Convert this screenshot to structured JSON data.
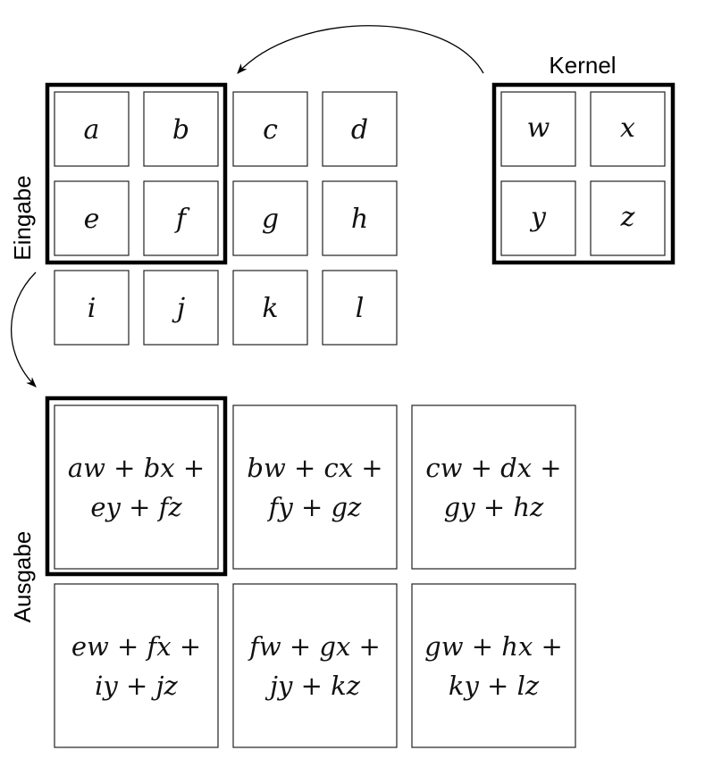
{
  "labels": {
    "kernel": "Kernel",
    "input": "Eingabe",
    "output": "Ausgabe"
  },
  "input": [
    [
      "a",
      "b",
      "c",
      "d"
    ],
    [
      "e",
      "f",
      "g",
      "h"
    ],
    [
      "i",
      "j",
      "k",
      "l"
    ]
  ],
  "kernel": [
    [
      "w",
      "x"
    ],
    [
      "y",
      "z"
    ]
  ],
  "output": [
    [
      [
        "aw + bx +",
        "ey + fz"
      ],
      [
        "bw + cx +",
        "fy + gz"
      ],
      [
        "cw + dx +",
        "gy + hz"
      ]
    ],
    [
      [
        "ew + fx +",
        "iy + jz"
      ],
      [
        "fw + gx +",
        "jy + kz"
      ],
      [
        "gw + hx +",
        "ky + lz"
      ]
    ]
  ]
}
